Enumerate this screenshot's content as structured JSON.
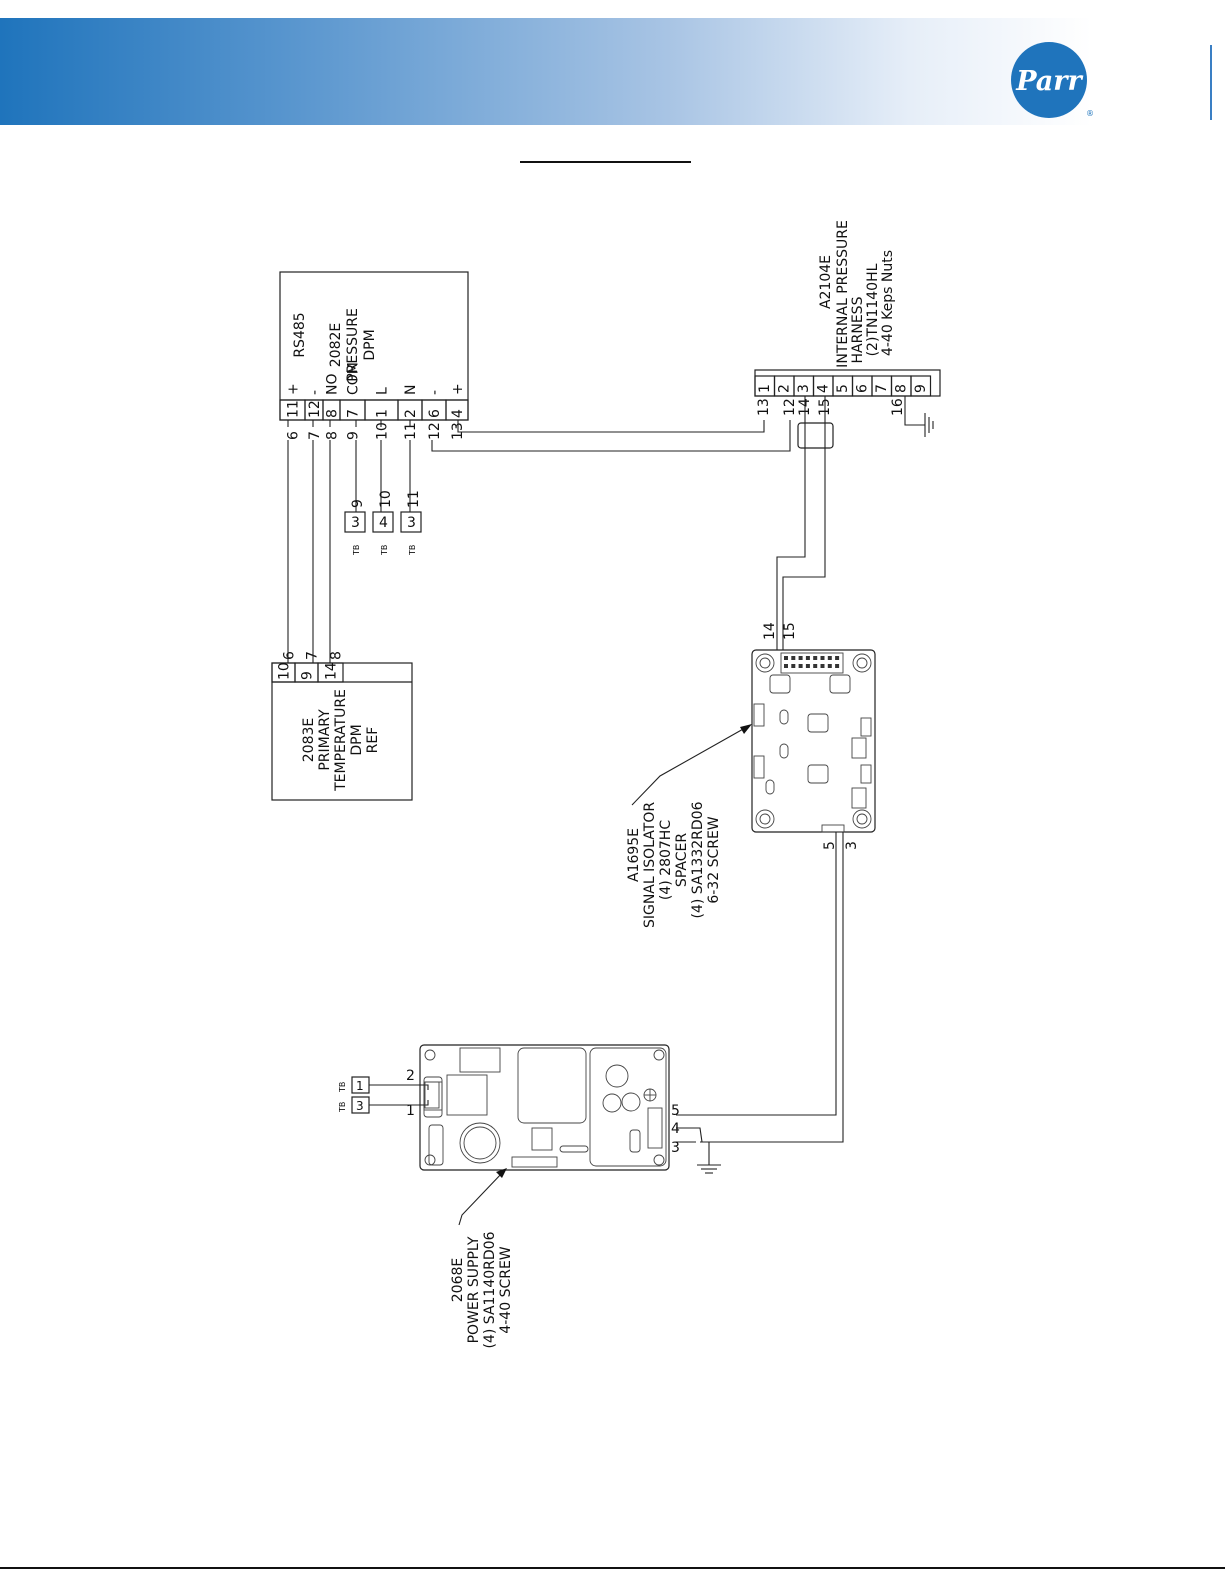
{
  "header": {
    "brand_color": "#1f74bc",
    "logo_text": "Parr",
    "logo_mark": "®"
  },
  "modules": {
    "pressure_dpm": {
      "lines": [
        "2082E",
        "PRESSURE",
        "DPM"
      ],
      "comm": "RS485",
      "pins": [
        "11",
        "12",
        "8",
        "7",
        "1",
        "2",
        "6",
        "4"
      ],
      "pin_labels": [
        "+",
        "-",
        "NO",
        "COM",
        "L",
        "N",
        "-",
        "+"
      ],
      "wires": [
        "6",
        "7",
        "8",
        "9",
        "10",
        "11",
        "12",
        "13"
      ]
    },
    "temperature_dpm": {
      "lines": [
        "2083E",
        "PRIMARY",
        "TEMPERATURE",
        "DPM",
        "REF"
      ],
      "pins": [
        "10",
        "9",
        "14"
      ],
      "wires": [
        "6",
        "7",
        "8"
      ]
    },
    "terminal_blocks": [
      {
        "tb": "TB",
        "term": "3",
        "wire": "9"
      },
      {
        "tb": "TB",
        "term": "4",
        "wire": "10"
      },
      {
        "tb": "TB",
        "term": "3",
        "wire": "11"
      }
    ],
    "harness": {
      "lines": [
        "A2104E",
        "INTERNAL PRESSURE",
        "HARNESS",
        "(2)TN1140HL",
        "4-40 Keps Nuts"
      ],
      "pins": [
        "1",
        "2",
        "3",
        "4",
        "5",
        "6",
        "7",
        "8",
        "9"
      ],
      "wires": [
        "13",
        "12",
        "14",
        "15",
        "16"
      ]
    },
    "signal_isolator": {
      "lines": [
        "A1695E",
        "SIGNAL ISOLATOR",
        "(4) 2807HC",
        "SPACER",
        "(4) SA1332RD06",
        "6-32 SCREW"
      ],
      "top_pins": [
        "14",
        "15"
      ],
      "bottom_pins": [
        "5",
        "3"
      ]
    },
    "power_supply": {
      "lines": [
        "2068E",
        "POWER SUPPLY",
        "(4) SA1140RD06",
        "4-40 SCREW"
      ],
      "pins": [
        "2",
        "1",
        "5",
        "4",
        "3"
      ],
      "tb_labels": [
        "TB",
        "TB"
      ],
      "tb_terms": [
        "1",
        "3"
      ]
    }
  }
}
